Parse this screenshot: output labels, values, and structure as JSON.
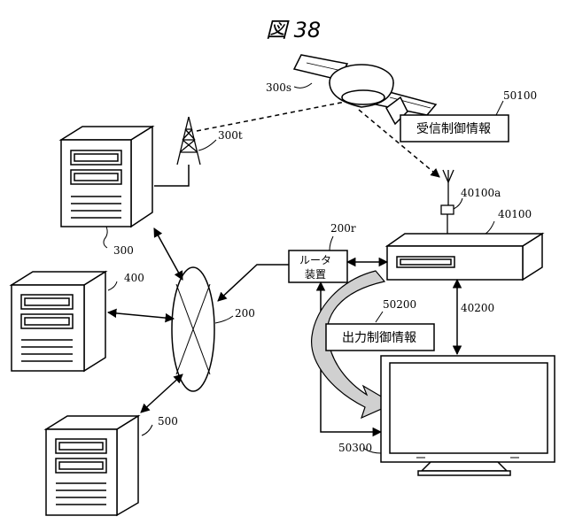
{
  "figure": {
    "title": "図 38"
  },
  "labels": {
    "satellite": "300s",
    "tower": "300t",
    "server_300": "300",
    "server_400": "400",
    "server_500": "500",
    "network": "200",
    "router_ref": "200r",
    "router_line1": "ルータ",
    "router_line2": "装置",
    "antenna_ref": "40100a",
    "stb_ref": "40100",
    "reception_info_ref": "50100",
    "reception_info": "受信制御情報",
    "output_info_ref": "50200",
    "output_info": "出力制御情報",
    "link_ref": "40200",
    "tv_ref": "50300"
  }
}
